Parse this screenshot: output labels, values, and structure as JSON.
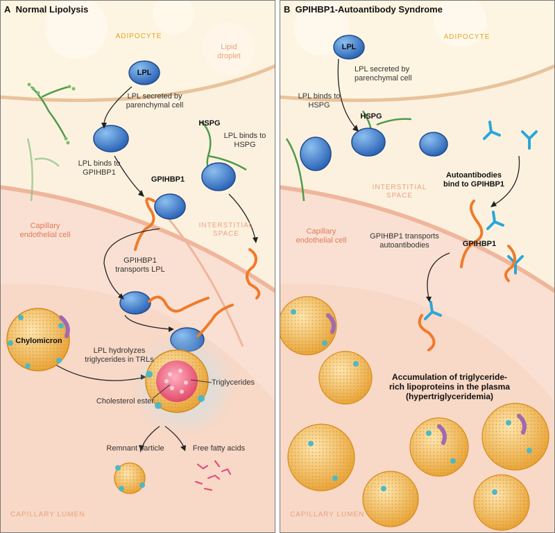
{
  "panelA": {
    "letter": "A",
    "title": "Normal Lipolysis",
    "adipocte": "ADIPOCYTE",
    "lipid_droplet": "Lipid droplet",
    "lpl": "LPL",
    "lpl_secreted": "LPL secreted by parenchymal cell",
    "hspg": "HSPG",
    "lpl_binds_hspg": "LPL binds to HSPG",
    "lpl_binds_gpihbp1": "LPL binds to GPIHBP1",
    "gpihbp1": "GPIHBP1",
    "capillary_endothelial": "Capillary endothelial cell",
    "interstitial": "INTERSTITIAL SPACE",
    "gpihbp1_transports": "GPIHBP1 transports LPL",
    "chylomicron": "Chylomicron",
    "lpl_hydrolyzes": "LPL hydrolyzes triglycerides in TRLs",
    "triglycerides": "Triglycerides",
    "cholesterol_ester": "Cholesterol ester",
    "remnant": "Remnant particle",
    "ffa": "Free fatty acids",
    "lumen": "CAPILLARY LUMEN"
  },
  "panelB": {
    "letter": "B",
    "title": "GPIHBP1-Autoantibody Syndrome",
    "adipocte": "ADIPOCYTE",
    "lpl": "LPL",
    "lpl_secreted": "LPL secreted by parenchymal cell",
    "lpl_binds_hspg": "LPL binds to HSPG",
    "hspg": "HSPG",
    "autoantibodies": "Autoantibodies bind to GPIHBP1",
    "interstitial": "INTERSTITIAL SPACE",
    "capillary_endothelial": "Capillary endothelial cell",
    "gpihbp1_transports": "GPIHBP1 transports autoantibodies",
    "gpihbp1": "GPIHBP1",
    "accumulation": "Accumulation of triglyceride-rich lipoproteins in the plasma (hypertriglyceridemia)",
    "lumen": "CAPILLARY LUMEN"
  },
  "colors": {
    "adipocyte_bg": "#fdf5e2",
    "interstitial_bg": "#fcf1df",
    "lumen_bg": "#f8ddd0",
    "membrane": "#f0b8a0",
    "lpl_blue": "#3a78c8",
    "gpihbp1_orange": "#f07a2a",
    "hspg_green": "#4f9a4a",
    "antibody_cyan": "#2aa7d8",
    "lipoprotein_gold": "#f2b84a"
  }
}
